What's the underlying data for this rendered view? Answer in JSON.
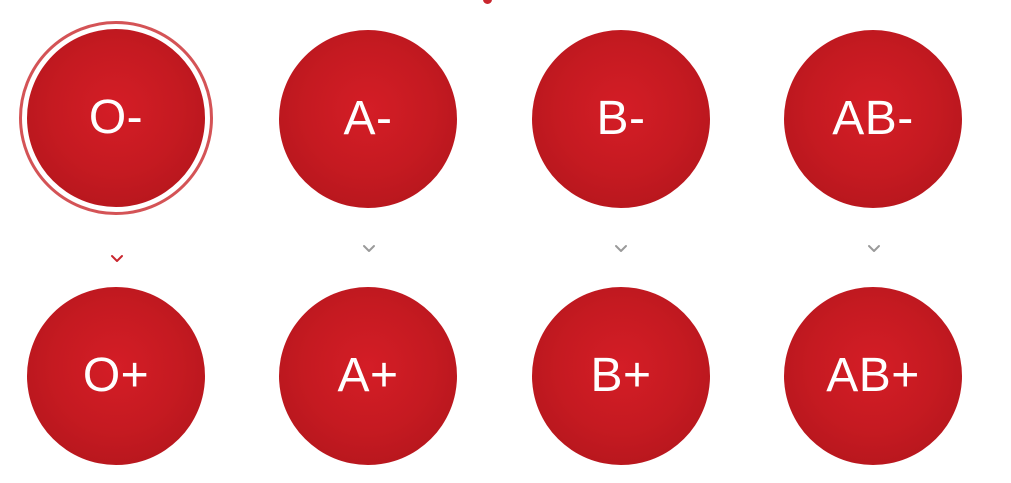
{
  "blood_types": {
    "top_row": [
      {
        "label": "O-",
        "selected": true
      },
      {
        "label": "A-",
        "selected": false
      },
      {
        "label": "B-",
        "selected": false
      },
      {
        "label": "AB-",
        "selected": false
      }
    ],
    "bottom_row": [
      {
        "label": "O+",
        "selected": false
      },
      {
        "label": "A+",
        "selected": false
      },
      {
        "label": "B+",
        "selected": false
      },
      {
        "label": "AB+",
        "selected": false
      }
    ]
  },
  "colors": {
    "blood_red": "#c51a21",
    "selected_ring": "#d45356",
    "active_chevron": "#c9262e",
    "inactive_chevron": "#9a9a9a"
  },
  "icons": {
    "toggle_icon": "chevron-down-icon"
  }
}
